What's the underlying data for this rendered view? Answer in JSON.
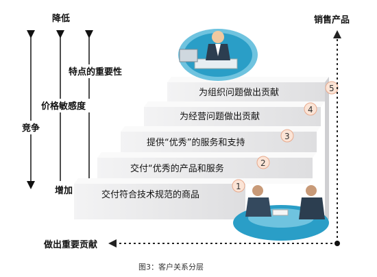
{
  "labels": {
    "top_left": "降低",
    "bottom_left": "增加",
    "importance": "特点的重要性",
    "price_sensitivity": "价格敏感度",
    "competition": "竞争",
    "top_right": "销售产品",
    "bottom_axis": "做出重要贡献"
  },
  "steps": [
    {
      "num": "1",
      "text": "交付符合技术规范的商品"
    },
    {
      "num": "2",
      "text": "交付“优秀的产品和服务"
    },
    {
      "num": "3",
      "text": "提供“优秀”的服务和支持"
    },
    {
      "num": "4",
      "text": "为经营问题做出贡献"
    },
    {
      "num": "5",
      "text": "为组织问题做出贡献"
    }
  ],
  "caption": "图3：客户关系分层",
  "colors": {
    "step_front": "#e9e9ea",
    "step_top": "#f6f6f7",
    "step_side": "#c9c9cc",
    "num_circle": "#fbe4d6",
    "num_stroke": "#e8a98c",
    "table_blue": "#2a9ec7",
    "dashed_arrow": "#222222"
  }
}
